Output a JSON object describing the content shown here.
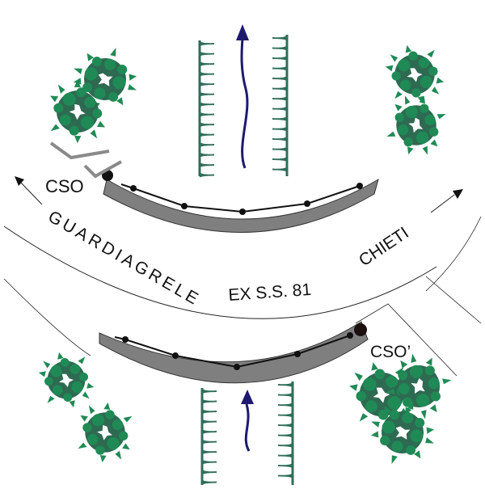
{
  "labels": {
    "cso_left": "CSO",
    "cso_right": "CSO’",
    "guardiagrele": "GUARDIAGRELE",
    "road": "EX S.S. 81",
    "chieti": "CHIETI"
  },
  "colors": {
    "tree_dark": "#2e6a52",
    "tree_light": "#1f8a55",
    "pipe_fill": "#7f7f7f",
    "pipe_line": "#111111",
    "flow_arrow": "#1e1a6e",
    "bank": "#2f6e5a",
    "guardrail": "#8a8a8a"
  },
  "legend": {
    "icons": [
      "tree-icon",
      "flow-arrow-icon",
      "riverbank-icon",
      "manhole-icon",
      "direction-arrow-icon"
    ]
  }
}
